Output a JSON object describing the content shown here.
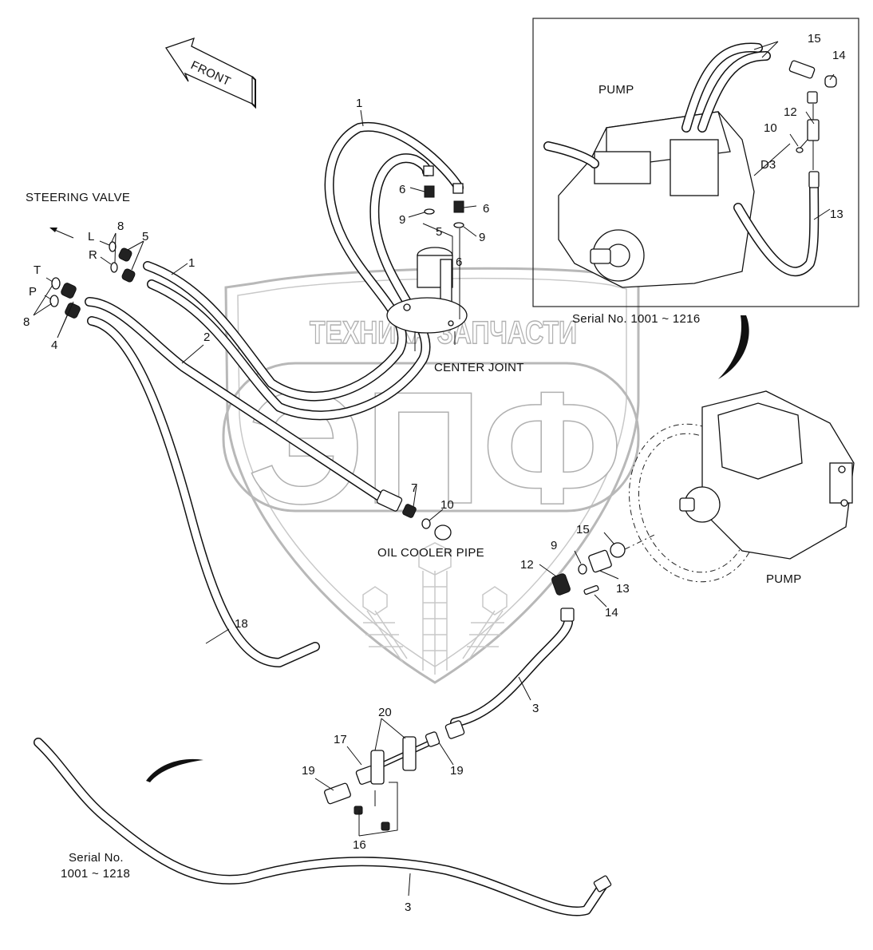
{
  "diagram": {
    "title": "Steering / Pump Hydraulic Hose Arrangement",
    "direction_arrow": {
      "label": "FRONT",
      "icon": "front-arrow-icon"
    },
    "components": {
      "steering_valve": "STEERING VALVE",
      "center_joint": "CENTER JOINT",
      "oil_cooler_pipe": "OIL COOLER PIPE",
      "pump_main": "PUMP",
      "pump_inset": "PUMP"
    },
    "ports": {
      "L": "L",
      "R": "R",
      "T": "T",
      "P": "P",
      "D3": "D3"
    },
    "inset": {
      "serial_caption": "Serial No. 1001 ~ 1216"
    },
    "lower_variant": {
      "serial_caption_line1": "Serial No.",
      "serial_caption_line2": "1001 ~ 1218"
    },
    "callouts": {
      "c1_top": "1",
      "c1_left": "1",
      "c2": "2",
      "c3_mid": "3",
      "c3_bottom": "3",
      "c4": "4",
      "c5_left": "5",
      "c5_center": "5",
      "c6_a": "6",
      "c6_b": "6",
      "c6_c": "6",
      "c7": "7",
      "c8_top": "8",
      "c8_left": "8",
      "c9_a": "9",
      "c9_b": "9",
      "c9_c": "9",
      "c10_main": "10",
      "c10_inset": "10",
      "c12_main": "12",
      "c12_inset": "12",
      "c13_main": "13",
      "c13_inset": "13",
      "c14_main": "14",
      "c14_inset": "14",
      "c15_main": "15",
      "c15_inset": "15",
      "c16": "16",
      "c17": "17",
      "c18": "18",
      "c19_left": "19",
      "c19_right": "19",
      "c20": "20"
    },
    "watermark": {
      "text": "ТЕХНИКА  ЗАПЧАСТИ",
      "logo_letters": "ЭПФ"
    }
  }
}
